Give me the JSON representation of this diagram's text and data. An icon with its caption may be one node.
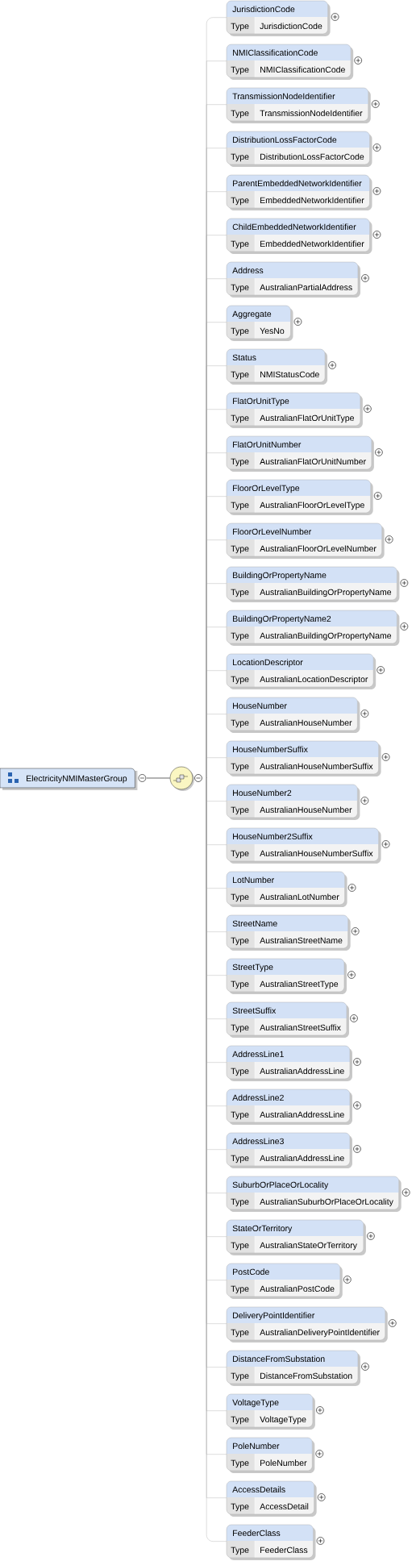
{
  "diagram": {
    "nodes": [
      {
        "text": [
          "ElectricityNMIMasterGroup"
        ]
      },
      {
        "text": [],
        "shape": "circle"
      },
      {
        "text": [
          "JurisdictionCode",
          "Type",
          "JurisdictionCode"
        ]
      },
      {
        "text": [
          "NMIClassificationCode",
          "Type",
          "NMIClassificationCode"
        ]
      },
      {
        "text": [
          "TransmissionNodeIdentifier",
          "Type",
          "TransmissionNodeIdentifier"
        ]
      },
      {
        "text": [
          "DistributionLossFactorCode",
          "Type",
          "DistributionLossFactorCode"
        ]
      },
      {
        "text": [
          "ParentEmbeddedNetworkIdentifier",
          "Type",
          "EmbeddedNetworkIdentifier"
        ]
      },
      {
        "text": [
          "ChildEmbeddedNetworkIdentifier",
          "Type",
          "EmbeddedNetworkIdentifier"
        ]
      },
      {
        "text": [
          "Address",
          "Type",
          "AustralianPartialAddress"
        ]
      },
      {
        "text": [
          "Aggregate",
          "Type",
          "YesNo"
        ]
      },
      {
        "text": [
          "Status",
          "Type",
          "NMIStatusCode"
        ]
      },
      {
        "text": [
          "FlatOrUnitType",
          "Type",
          "AustralianFlatOrUnitType"
        ]
      },
      {
        "text": [
          "FlatOrUnitNumber",
          "Type",
          "AustralianFlatOrUnitNumber"
        ]
      },
      {
        "text": [
          "FloorOrLevelType",
          "Type",
          "AustralianFloorOrLevelType"
        ]
      },
      {
        "text": [
          "FloorOrLevelNumber",
          "Type",
          "AustralianFloorOrLevelNumber"
        ]
      },
      {
        "text": [
          "BuildingOrPropertyName",
          "Type",
          "AustralianBuildingOrPropertyName"
        ]
      },
      {
        "text": [
          "BuildingOrPropertyName2",
          "Type",
          "AustralianBuildingOrPropertyName"
        ]
      },
      {
        "text": [
          "LocationDescriptor",
          "Type",
          "AustralianLocationDescriptor"
        ]
      },
      {
        "text": [
          "HouseNumber",
          "Type",
          "AustralianHouseNumber"
        ]
      },
      {
        "text": [
          "HouseNumberSuffix",
          "Type",
          "AustralianHouseNumberSuffix"
        ]
      },
      {
        "text": [
          "HouseNumber2",
          "Type",
          "AustralianHouseNumber"
        ]
      },
      {
        "text": [
          "HouseNumber2Suffix",
          "Type",
          "AustralianHouseNumberSuffix"
        ]
      },
      {
        "text": [
          "LotNumber",
          "Type",
          "AustralianLotNumber"
        ]
      },
      {
        "text": [
          "StreetName",
          "Type",
          "AustralianStreetName"
        ]
      },
      {
        "text": [
          "StreetType",
          "Type",
          "AustralianStreetType"
        ]
      },
      {
        "text": [
          "StreetSuffix",
          "Type",
          "AustralianStreetSuffix"
        ]
      },
      {
        "text": [
          "AddressLine1",
          "Type",
          "AustralianAddressLine"
        ]
      },
      {
        "text": [
          "AddressLine2",
          "Type",
          "AustralianAddressLine"
        ]
      },
      {
        "text": [
          "AddressLine3",
          "Type",
          "AustralianAddressLine"
        ]
      },
      {
        "text": [
          "SuburbOrPlaceOrLocality",
          "Type",
          "AustralianSuburbOrPlaceOrLocality"
        ]
      },
      {
        "text": [
          "StateOrTerritory",
          "Type",
          "AustralianStateOrTerritory"
        ]
      },
      {
        "text": [
          "PostCode",
          "Type",
          "AustralianPostCode"
        ]
      },
      {
        "text": [
          "DeliveryPointIdentifier",
          "Type",
          "AustralianDeliveryPointIdentifier"
        ]
      },
      {
        "text": [
          "DistanceFromSubstation",
          "Type",
          "DistanceFromSubstation"
        ]
      },
      {
        "text": [
          "VoltageType",
          "Type",
          "VoltageType"
        ]
      },
      {
        "text": [
          "PoleNumber",
          "Type",
          "PoleNumber"
        ]
      },
      {
        "text": [
          "AccessDetails",
          "Type",
          "AccessDetail"
        ]
      },
      {
        "text": [
          "FeederClass",
          "Type",
          "FeederClass"
        ]
      }
    ],
    "edges": [
      {
        "from": 0,
        "to": 1,
        "arrow": "none",
        "color": "#404040"
      },
      {
        "from": 1,
        "to": 2,
        "arrow": "none"
      },
      {
        "from": 1,
        "to": 3,
        "arrow": "none"
      },
      {
        "from": 1,
        "to": 4,
        "arrow": "none"
      },
      {
        "from": 1,
        "to": 5,
        "arrow": "none"
      },
      {
        "from": 1,
        "to": 6,
        "arrow": "none"
      },
      {
        "from": 1,
        "to": 7,
        "arrow": "none"
      },
      {
        "from": 1,
        "to": 8,
        "arrow": "none"
      },
      {
        "from": 1,
        "to": 9,
        "arrow": "none"
      },
      {
        "from": 1,
        "to": 10,
        "arrow": "none"
      },
      {
        "from": 1,
        "to": 11,
        "arrow": "none"
      },
      {
        "from": 1,
        "to": 12,
        "arrow": "none"
      },
      {
        "from": 1,
        "to": 13,
        "arrow": "none"
      },
      {
        "from": 1,
        "to": 14,
        "arrow": "none"
      },
      {
        "from": 1,
        "to": 15,
        "arrow": "none"
      },
      {
        "from": 1,
        "to": 16,
        "arrow": "none"
      },
      {
        "from": 1,
        "to": 17,
        "arrow": "none"
      },
      {
        "from": 1,
        "to": 18,
        "arrow": "none"
      },
      {
        "from": 1,
        "to": 19,
        "arrow": "none"
      },
      {
        "from": 1,
        "to": 20,
        "arrow": "none"
      },
      {
        "from": 1,
        "to": 21,
        "arrow": "none"
      },
      {
        "from": 1,
        "to": 22,
        "arrow": "none"
      },
      {
        "from": 1,
        "to": 23,
        "arrow": "none"
      },
      {
        "from": 1,
        "to": 24,
        "arrow": "none"
      },
      {
        "from": 1,
        "to": 25,
        "arrow": "none"
      },
      {
        "from": 1,
        "to": 26,
        "arrow": "none"
      },
      {
        "from": 1,
        "to": 27,
        "arrow": "none"
      },
      {
        "from": 1,
        "to": 28,
        "arrow": "none"
      },
      {
        "from": 1,
        "to": 29,
        "arrow": "none"
      },
      {
        "from": 1,
        "to": 30,
        "arrow": "none"
      },
      {
        "from": 1,
        "to": 31,
        "arrow": "none"
      },
      {
        "from": 1,
        "to": 32,
        "arrow": "none"
      },
      {
        "from": 1,
        "to": 33,
        "arrow": "none"
      },
      {
        "from": 1,
        "to": 34,
        "arrow": "none"
      },
      {
        "from": 1,
        "to": 35,
        "arrow": "none"
      },
      {
        "from": 1,
        "to": 36,
        "arrow": "none"
      },
      {
        "from": 1,
        "to": 37,
        "arrow": "none"
      }
    ]
  }
}
